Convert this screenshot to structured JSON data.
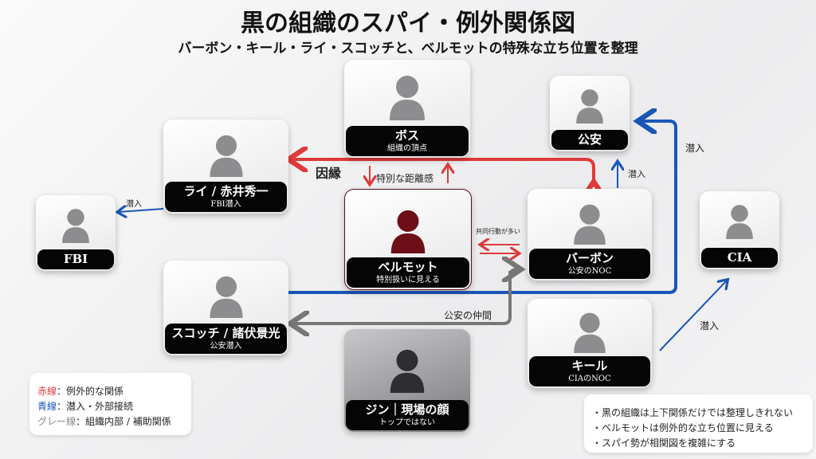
{
  "title": "黒の組織のスパイ・例外関係図",
  "subtitle": "バーボン・キール・ライ・スコッチと、ベルモットの特殊な立ち位置を整理",
  "nodes": {
    "boss": {
      "name": "ボス",
      "sub": "組織の頂点"
    },
    "koan": {
      "name": "公安"
    },
    "rye": {
      "name": "ライ / 赤井秀一",
      "sub": "FBI潜入"
    },
    "fbi": {
      "name": "FBI"
    },
    "vermouth": {
      "name": "ベルモット",
      "sub": "特別扱いに見える"
    },
    "bourbon": {
      "name": "バーボン",
      "sub": "公安のNOC"
    },
    "cia": {
      "name": "CIA"
    },
    "scotch": {
      "name": "スコッチ / 諸伏景光",
      "sub": "公安潜入"
    },
    "kir": {
      "name": "キール",
      "sub": "CIAのNOC"
    },
    "gin": {
      "name": "ジン｜現場の顔",
      "sub": "トップではない"
    }
  },
  "edge_labels": {
    "innen": "因縁",
    "distance": "特別な距離感",
    "joint": "共同行動が多い",
    "koan_nakama": "公安の仲間",
    "sennyu_fbi": "潜入",
    "sennyu_bourbon": "潜入",
    "sennyu_scotch": "潜入",
    "sennyu_kir": "潜入"
  },
  "legend": {
    "red_key": "赤線",
    "red_text": "：例外的な関係",
    "blue_key": "青線",
    "blue_text": "：潜入・外部接続",
    "gray_key": "グレー線",
    "gray_text": "：組織内部 / 補助関係"
  },
  "notes": [
    "・黒の組織は上下関係だけでは整理しきれない",
    "・ベルモットは例外的な立ち位置に見える",
    "・スパイ勢が相関図を複雑にする"
  ],
  "colors": {
    "red": "#e03a3a",
    "blue": "#1a56b8",
    "gray": "#777777",
    "vermouth": "#6e0f18"
  }
}
